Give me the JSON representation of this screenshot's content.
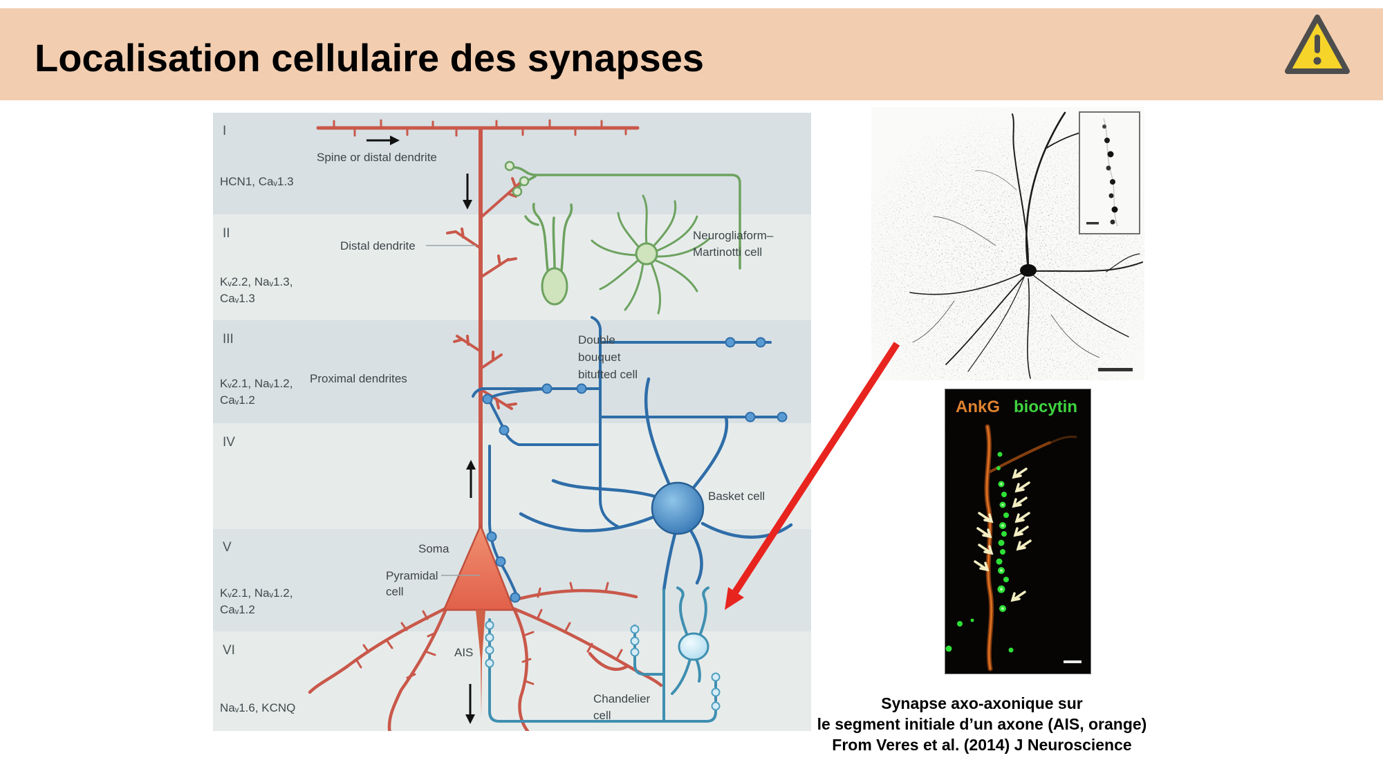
{
  "slide": {
    "title": "Localisation cellulaire des synapses"
  },
  "diagram": {
    "layers": [
      {
        "numeral": "I",
        "channels_line1": "HCN1, Caᵥ1.3",
        "channels_line2": ""
      },
      {
        "numeral": "II",
        "channels_line1": "Kᵥ2.2, Naᵥ1.3,",
        "channels_line2": "Caᵥ1.3"
      },
      {
        "numeral": "III",
        "channels_line1": "Kᵥ2.1, Naᵥ1.2,",
        "channels_line2": "Caᵥ1.2"
      },
      {
        "numeral": "IV",
        "channels_line1": "",
        "channels_line2": ""
      },
      {
        "numeral": "V",
        "channels_line1": "Kᵥ2.1, Naᵥ1.2,",
        "channels_line2": "Caᵥ1.2"
      },
      {
        "numeral": "VI",
        "channels_line1": "Naᵥ1.6, KCNQ",
        "channels_line2": ""
      }
    ],
    "labels": {
      "spine_or_distal_dendrite": "Spine or distal dendrite",
      "distal_dendrite": "Distal dendrite",
      "proximal_dendrites": "Proximal dendrites",
      "soma": "Soma",
      "pyramidal_line1": "Pyramidal",
      "pyramidal_line2": "cell",
      "ais": "AIS",
      "neurogliaform_line1": "Neurogliaform–",
      "neurogliaform_line2": "Martinotti cell",
      "double_bouquet_line1": "Double",
      "double_bouquet_line2": "bouquet",
      "double_bouquet_line3": "bitufted cell",
      "basket_cell": "Basket cell",
      "chandelier_line1": "Chandelier",
      "chandelier_line2": "cell"
    },
    "colors": {
      "band_dark": "#d8e0e3",
      "band_light": "#e7eceb",
      "pyramidal_red": "#c9584a",
      "interneuron_green": "#6da25f",
      "interneuron_blue": "#2e6da8",
      "chandelier_blue": "#3f8fb0",
      "header_bg": "#f2cdb0",
      "callout_arrow_red": "#e8241f",
      "warning_yellow": "#f6d42a"
    }
  },
  "micrograph": {
    "ankg_label": "AnkG",
    "biocytin_label": "biocytin",
    "ankg_color": "#e0822f",
    "biocytin_color": "#3fd43f"
  },
  "caption": {
    "line1": "Synapse axo-axonique sur",
    "line2": "le segment initiale d’un axone (AIS, orange)",
    "line3": "From Veres et al. (2014) J Neuroscience"
  }
}
